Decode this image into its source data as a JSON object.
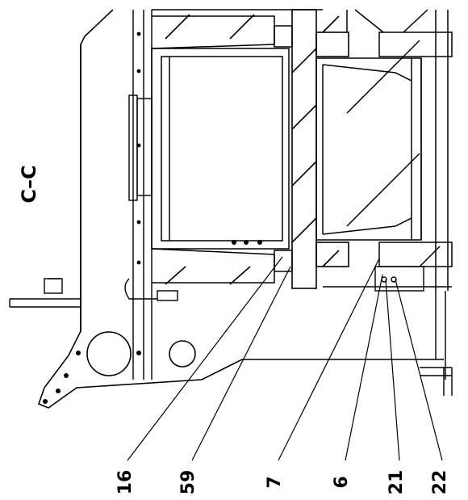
{
  "section_label": "C–C",
  "callouts": [
    {
      "id": "16",
      "text": "16"
    },
    {
      "id": "59",
      "text": "59"
    },
    {
      "id": "7",
      "text": "7"
    },
    {
      "id": "6",
      "text": "6"
    },
    {
      "id": "21",
      "text": "21"
    },
    {
      "id": "22",
      "text": "22"
    }
  ],
  "colors": {
    "ink": "#000000",
    "paper": "#ffffff"
  }
}
